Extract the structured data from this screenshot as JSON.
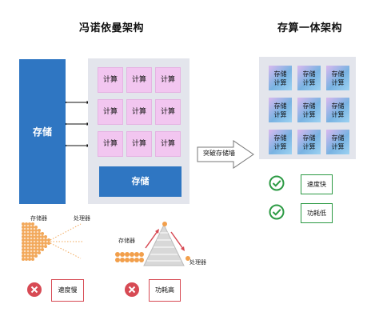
{
  "left_title": "冯诺依曼架构",
  "right_title": "存算一体架构",
  "left_storage_label": "存储",
  "calc_label": "计算",
  "bottom_storage_label": "存储",
  "wall_label": "突破存储墙",
  "cim_cell_labels": [
    "存储",
    "计算"
  ],
  "good_status": [
    "速度快",
    "功耗低"
  ],
  "bad_status": [
    "速度慢",
    "功耗高"
  ],
  "diagram_labels": {
    "left_storage": "存储器",
    "left_processor": "处理器",
    "tri_storage": "存储器",
    "tri_processor": "处理器"
  },
  "colors": {
    "blue": "#2f76c2",
    "gray": "#e3e5ec",
    "pink": "#f2c6f0",
    "green": "#2b9a43",
    "red": "#d74a54",
    "orange": "#f29f4b"
  }
}
